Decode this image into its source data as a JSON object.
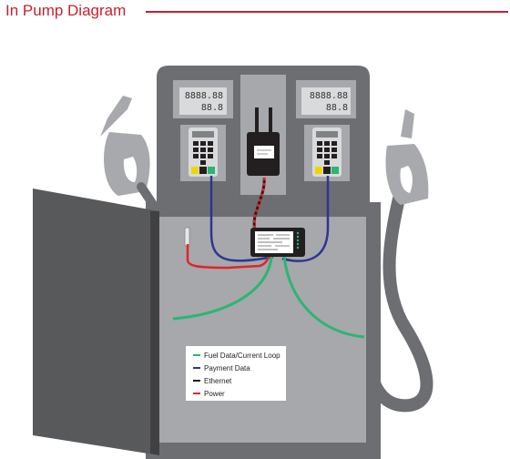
{
  "title": "In Pump Diagram",
  "displays": {
    "left": {
      "line1": "8888.88",
      "line2": "88.8"
    },
    "right": {
      "line1": "8888.88",
      "line2": "88.8"
    }
  },
  "legend": [
    {
      "label": "Fuel Data/Current Loop",
      "color": "#2ab673"
    },
    {
      "label": "Payment Data",
      "color": "#2c3593"
    },
    {
      "label": "Ethernet",
      "color": "#1a1a1a"
    },
    {
      "label": "Power",
      "color": "#e0242a"
    }
  ],
  "colors": {
    "accent": "#c8202c",
    "pump_body": "#6d6e71",
    "panel": "#a6a8ab",
    "door": "#58595b",
    "nozzle": "#a7a9ac"
  },
  "icons": [
    "fuel-nozzle-icon",
    "keypad-icon",
    "router-icon",
    "controller-icon",
    "display-icon"
  ]
}
